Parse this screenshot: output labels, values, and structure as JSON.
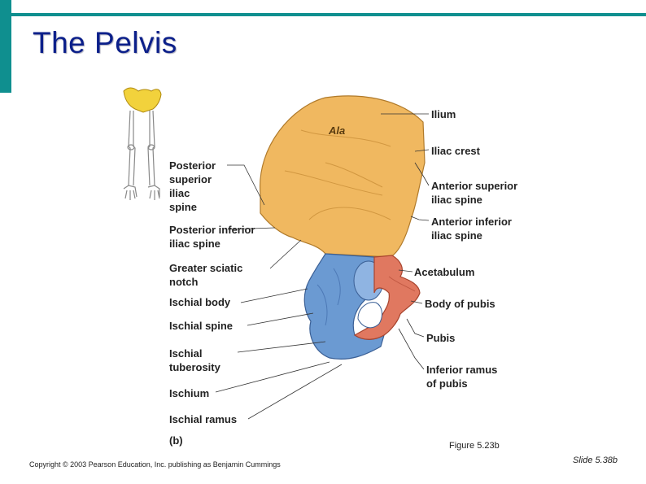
{
  "title": "The Pelvis",
  "colors": {
    "accent_bar": "#0f8f8f",
    "title": "#0b1f8a",
    "ilium": "#f0b860",
    "ischium": "#6b9ad2",
    "pubis": "#e07860",
    "skeleton_highlight": "#f2d23c"
  },
  "illustration": {
    "ala_label": "Ala",
    "panel_label": "(b)"
  },
  "labels_left": [
    {
      "id": "posterior-superior-iliac-spine",
      "lines": [
        "Posterior",
        "superior",
        "iliac",
        "spine"
      ]
    },
    {
      "id": "posterior-inferior-iliac-spine",
      "lines": [
        "Posterior inferior",
        "iliac spine"
      ]
    },
    {
      "id": "greater-sciatic-notch",
      "lines": [
        "Greater sciatic",
        "notch"
      ]
    },
    {
      "id": "ischial-body",
      "lines": [
        "Ischial body"
      ]
    },
    {
      "id": "ischial-spine",
      "lines": [
        "Ischial spine"
      ]
    },
    {
      "id": "ischial-tuberosity",
      "lines": [
        "Ischial",
        "tuberosity"
      ]
    },
    {
      "id": "ischium",
      "lines": [
        "Ischium"
      ]
    },
    {
      "id": "ischial-ramus",
      "lines": [
        "Ischial ramus"
      ]
    }
  ],
  "labels_right": [
    {
      "id": "ilium",
      "lines": [
        "Ilium"
      ]
    },
    {
      "id": "iliac-crest",
      "lines": [
        "Iliac crest"
      ]
    },
    {
      "id": "anterior-superior-iliac-spine",
      "lines": [
        "Anterior superior",
        "iliac spine"
      ]
    },
    {
      "id": "anterior-inferior-iliac-spine",
      "lines": [
        "Anterior inferior",
        "iliac spine"
      ]
    },
    {
      "id": "acetabulum",
      "lines": [
        "Acetabulum"
      ]
    },
    {
      "id": "body-of-pubis",
      "lines": [
        "Body of pubis"
      ]
    },
    {
      "id": "pubis",
      "lines": [
        "Pubis"
      ]
    },
    {
      "id": "inferior-ramus-of-pubis",
      "lines": [
        "Inferior ramus",
        "of pubis"
      ]
    }
  ],
  "figure_caption": "Figure 5.23b",
  "copyright": "Copyright © 2003 Pearson Education, Inc. publishing as Benjamin Cummings",
  "slide_number": "Slide 5.38b"
}
